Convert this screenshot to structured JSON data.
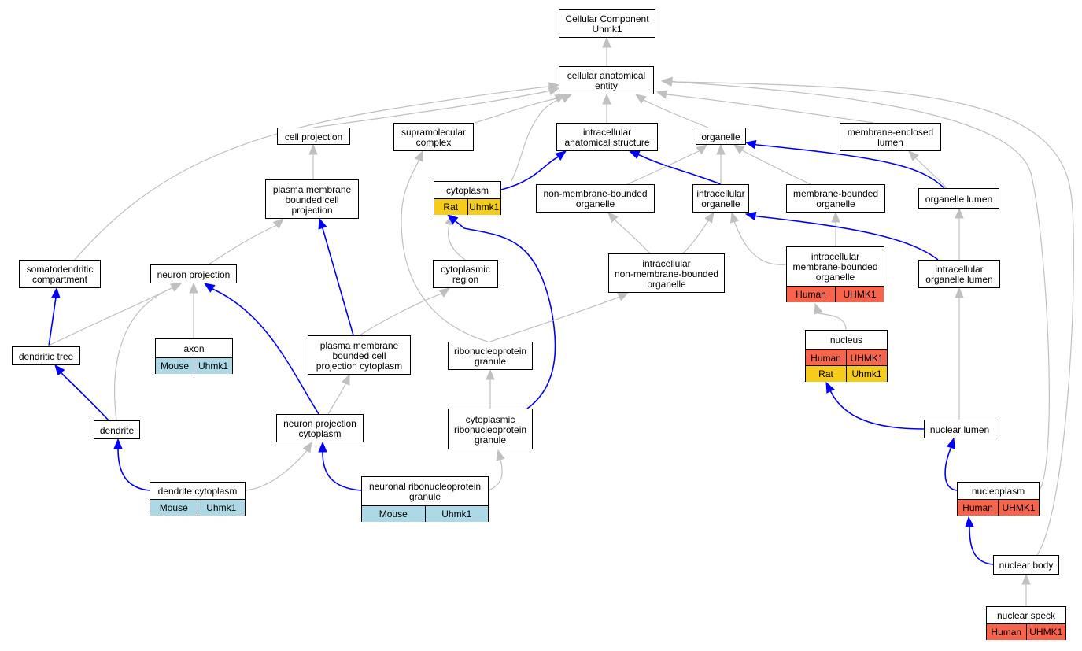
{
  "colors": {
    "edge_gray": "#c0c0c0",
    "edge_blue": "#0000ff",
    "human": "#f7634b",
    "rat": "#f5cc1a",
    "mouse": "#add8e6"
  },
  "nodes": {
    "cc_root": {
      "label": "Cellular Component\nUhmk1"
    },
    "cae": {
      "label": "cellular anatomical\nentity"
    },
    "cellproj": {
      "label": "cell projection"
    },
    "supramol": {
      "label": "supramolecular\ncomplex"
    },
    "ias": {
      "label": "intracellular\nanatomical structure"
    },
    "organelle": {
      "label": "organelle"
    },
    "mel": {
      "label": "membrane-enclosed\nlumen"
    },
    "pmbcp": {
      "label": "plasma membrane\nbounded cell\nprojection"
    },
    "cytoplasm": {
      "label": "cytoplasm",
      "rows": [
        [
          "Rat",
          "Uhmk1"
        ]
      ],
      "row_colors": [
        "rat"
      ]
    },
    "nmbo": {
      "label": "non-membrane-bounded\norganelle"
    },
    "io": {
      "label": "intracellular\norganelle"
    },
    "mbo": {
      "label": "membrane-bounded\norganelle"
    },
    "ol": {
      "label": "organelle lumen"
    },
    "sdc": {
      "label": "somatodendritic\ncompartment"
    },
    "np": {
      "label": "neuron projection"
    },
    "cregion": {
      "label": "cytoplasmic\nregion"
    },
    "inmbo": {
      "label": "intracellular\nnon-membrane-bounded\norganelle"
    },
    "imbo": {
      "label": "intracellular\nmembrane-bounded\norganelle",
      "rows": [
        [
          "Human",
          "UHMK1"
        ]
      ],
      "row_colors": [
        "human"
      ]
    },
    "iol": {
      "label": "intracellular\norganelle lumen"
    },
    "dtree": {
      "label": "dendritic tree"
    },
    "axon": {
      "label": "axon",
      "rows": [
        [
          "Mouse",
          "Uhmk1"
        ]
      ],
      "row_colors": [
        "mouse"
      ]
    },
    "pmbcpc": {
      "label": "plasma membrane\nbounded cell\nprojection cytoplasm"
    },
    "rnpg": {
      "label": "ribonucleoprotein\ngranule"
    },
    "nucleus": {
      "label": "nucleus",
      "rows": [
        [
          "Human",
          "UHMK1"
        ],
        [
          "Rat",
          "Uhmk1"
        ]
      ],
      "row_colors": [
        "human",
        "rat"
      ]
    },
    "dendrite": {
      "label": "dendrite"
    },
    "npc": {
      "label": "neuron projection\ncytoplasm"
    },
    "crnpg": {
      "label": "cytoplasmic\nribonucleoprotein\ngranule"
    },
    "nlumen": {
      "label": "nuclear lumen"
    },
    "dcyto": {
      "label": "dendrite cytoplasm",
      "rows": [
        [
          "Mouse",
          "Uhmk1"
        ]
      ],
      "row_colors": [
        "mouse"
      ]
    },
    "nrnpg": {
      "label": "neuronal ribonucleoprotein\ngranule",
      "rows": [
        [
          "Mouse",
          "Uhmk1"
        ]
      ],
      "row_colors": [
        "mouse"
      ]
    },
    "nucleoplasm": {
      "label": "nucleoplasm",
      "rows": [
        [
          "Human",
          "UHMK1"
        ]
      ],
      "row_colors": [
        "human"
      ]
    },
    "nbody": {
      "label": "nuclear body"
    },
    "nspeck": {
      "label": "nuclear speck",
      "rows": [
        [
          "Human",
          "UHMK1"
        ]
      ],
      "row_colors": [
        "human"
      ]
    }
  }
}
